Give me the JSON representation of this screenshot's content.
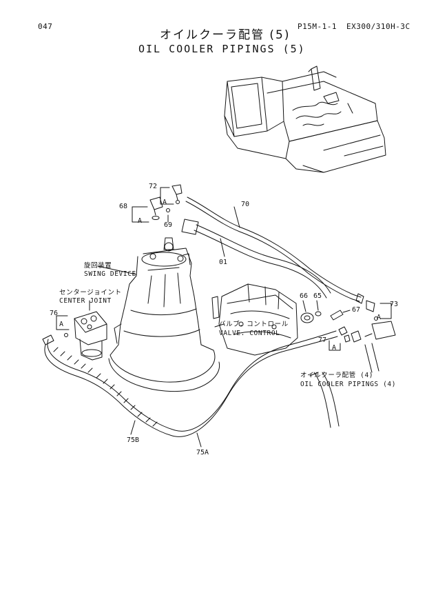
{
  "header": {
    "page_number": "047",
    "figure_code": "P15M-1-1",
    "model": "EX300/310H-3C"
  },
  "title": {
    "japanese": "オイルクーラ配管 (5)",
    "english": "OIL COOLER PIPINGS (5)"
  },
  "components": {
    "swing_device_jp": "旋回装置",
    "swing_device_en": "SWING DEVICE",
    "center_joint_jp": "センタージョイント",
    "center_joint_en": "CENTER JOINT",
    "valve_control_jp": "バルブ．コントロール",
    "valve_control_en": "VALVE. CONTROL",
    "ref_jp": "オイルクーラ配管 (4)",
    "ref_en": "OIL COOLER PIPINGS (4)"
  },
  "callouts": {
    "p72": "72",
    "p68": "68",
    "p69": "69",
    "p70": "70",
    "p01": "01",
    "p66": "66",
    "p65": "65",
    "p67": "67",
    "p73": "73",
    "p76": "76",
    "p77": "77",
    "p75b": "75B",
    "p75a": "75A",
    "a1": "A",
    "a2": "A",
    "a3": "A",
    "a4": "A",
    "a5": "A"
  }
}
